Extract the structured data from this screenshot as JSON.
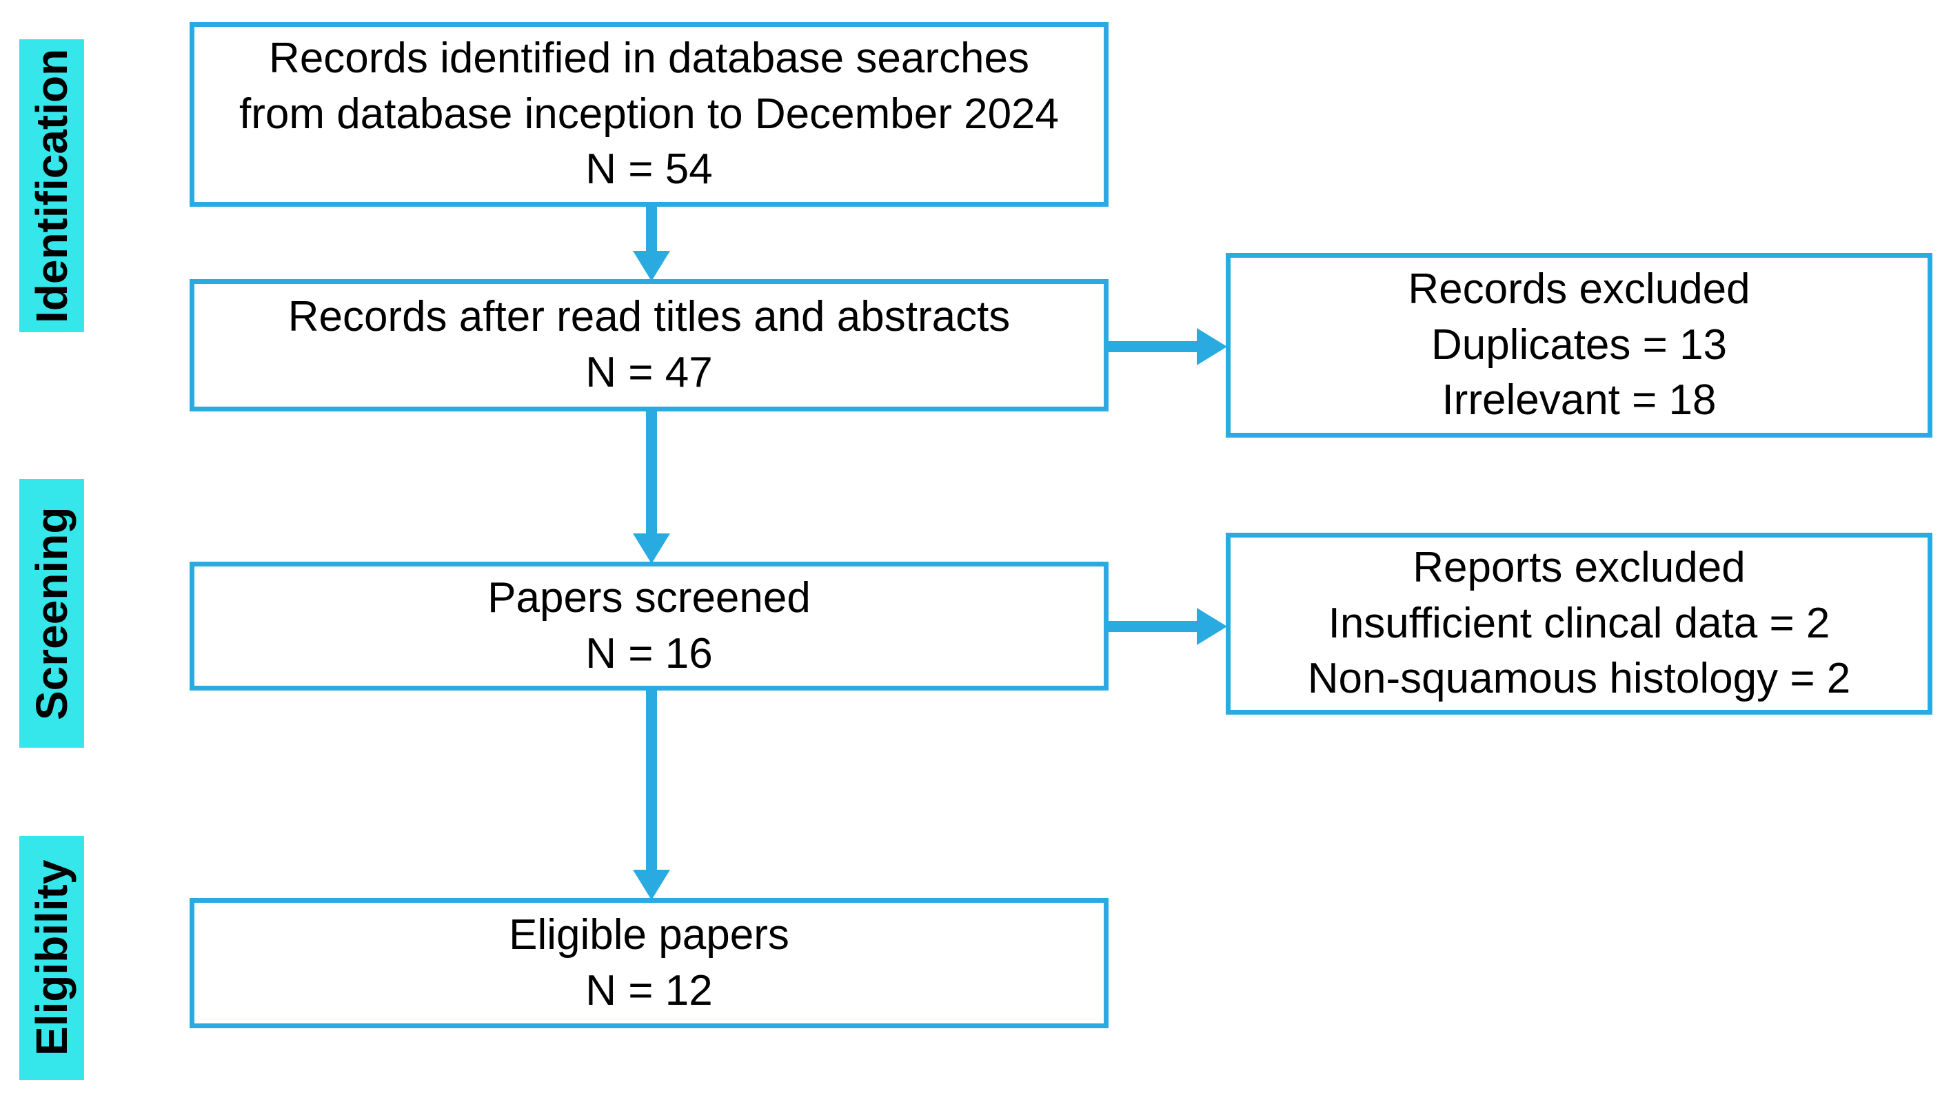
{
  "diagram": {
    "type": "prisma-flow",
    "stages": [
      {
        "id": "identification",
        "label": "Identification"
      },
      {
        "id": "screening",
        "label": "Screening"
      },
      {
        "id": "eligibility",
        "label": "Eligibility"
      }
    ],
    "boxes": {
      "identified": {
        "lines": [
          "Records identified in database searches",
          "from database inception to December 2024",
          "N = 54"
        ]
      },
      "title_abstract": {
        "lines": [
          "Records after read titles and abstracts",
          "N = 47"
        ]
      },
      "screened": {
        "lines": [
          "Papers screened",
          "N = 16"
        ]
      },
      "eligible": {
        "lines": [
          "Eligible papers",
          "N = 12"
        ]
      },
      "records_excluded": {
        "lines": [
          "Records excluded",
          "Duplicates = 13",
          "Irrelevant = 18"
        ]
      },
      "reports_excluded": {
        "lines": [
          "Reports excluded",
          "Insufficient clincal data = 2",
          "Non-squamous histology = 2"
        ]
      }
    },
    "connections": [
      {
        "from": "identified",
        "to": "title_abstract",
        "direction": "down"
      },
      {
        "from": "title_abstract",
        "to": "records_excluded",
        "direction": "right"
      },
      {
        "from": "title_abstract",
        "to": "screened",
        "direction": "down"
      },
      {
        "from": "screened",
        "to": "reports_excluded",
        "direction": "right"
      },
      {
        "from": "screened",
        "to": "eligible",
        "direction": "down"
      }
    ],
    "colors": {
      "accent_blue": "#29ABE2",
      "stage_cyan": "#35E7EA",
      "text": "#000000",
      "background": "#FFFFFF"
    }
  }
}
